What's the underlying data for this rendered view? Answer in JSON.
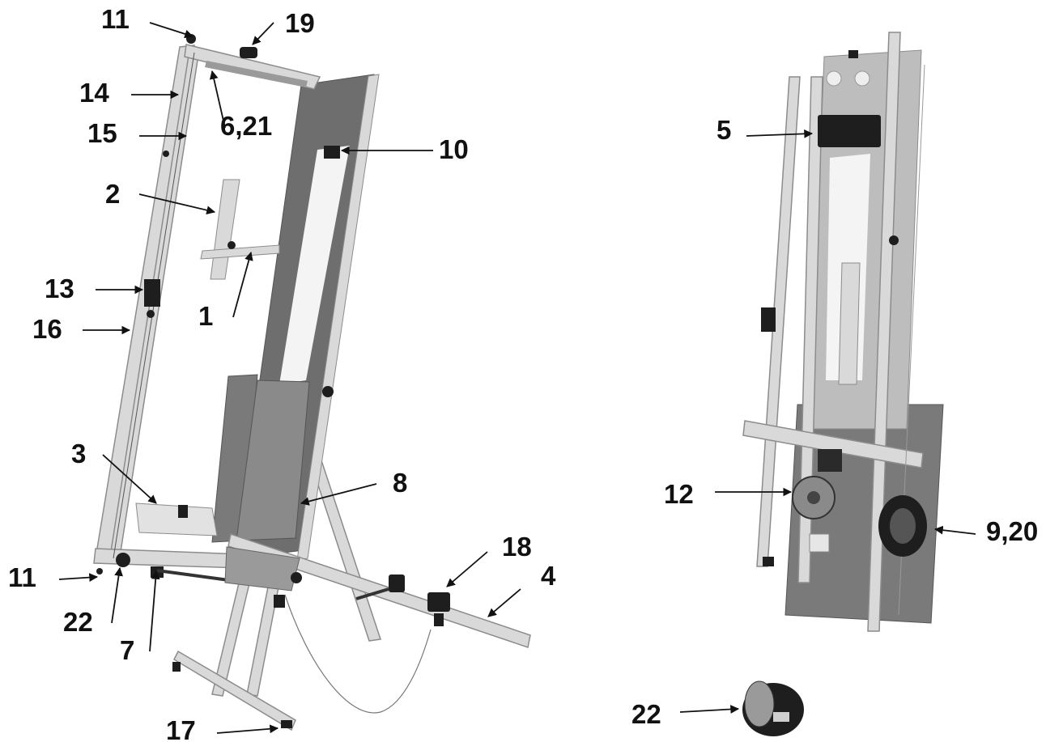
{
  "callouts": {
    "n11_top": "11",
    "n19": "19",
    "n14": "14",
    "n6_21": "6,21",
    "n15": "15",
    "n10": "10",
    "n2": "2",
    "n13": "13",
    "n1": "1",
    "n16": "16",
    "n3": "3",
    "n8": "8",
    "n18": "18",
    "n4": "4",
    "n11_bottom": "11",
    "n22_left": "22",
    "n7": "7",
    "n17": "17",
    "n5": "5",
    "n12": "12",
    "n9_20": "9,20",
    "n22_right": "22"
  },
  "colors": {
    "aluminium": "#d9d9d9",
    "aluminium_edge": "#8c8c8c",
    "panel": "#6e6e6e",
    "panel_light": "#8a8a8a",
    "dark": "#1e1e1e",
    "label": "#111111"
  }
}
